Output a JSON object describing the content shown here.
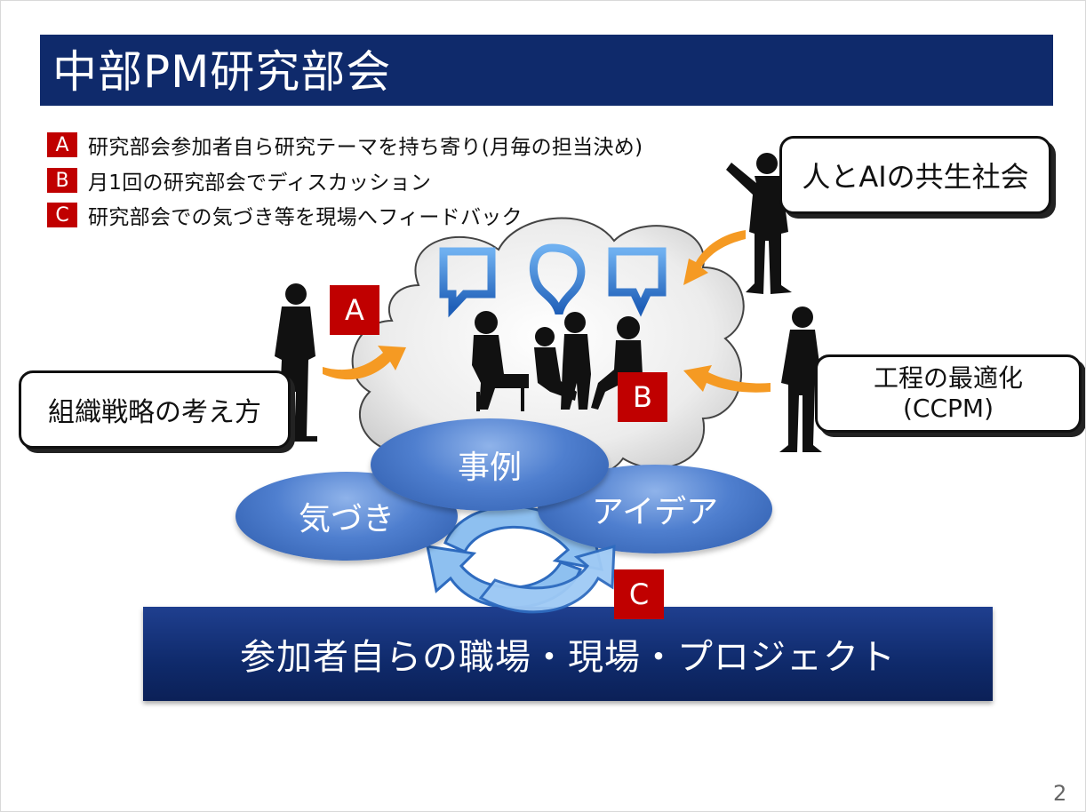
{
  "title": "中部PM研究部会",
  "legend": [
    {
      "badge": "A",
      "text": "研究部会参加者自ら研究テーマを持ち寄り(月毎の担当決め)"
    },
    {
      "badge": "B",
      "text": "月1回の研究部会でディスカッション"
    },
    {
      "badge": "C",
      "text": "研究部会での気づき等を現場へフィードバック"
    }
  ],
  "callouts": {
    "ai": "人とAIの共生社会",
    "strategy": "組織戦略の考え方",
    "process_line1": "工程の最適化",
    "process_line2": "(CCPM)"
  },
  "badges": {
    "a": "A",
    "b": "B",
    "c": "C"
  },
  "ellipses": {
    "jirei": "事例",
    "kizuki": "気づき",
    "idea": "アイデア"
  },
  "bottom_bar": "参加者自らの職場・現場・プロジェクト",
  "page_number": "2",
  "colors": {
    "title_bar": "#0f2a6b",
    "badge": "#c00000",
    "ellipse": "#4f7fcf",
    "arrow": "#f59a23",
    "cycle_arrow": "#7fb2e8"
  }
}
